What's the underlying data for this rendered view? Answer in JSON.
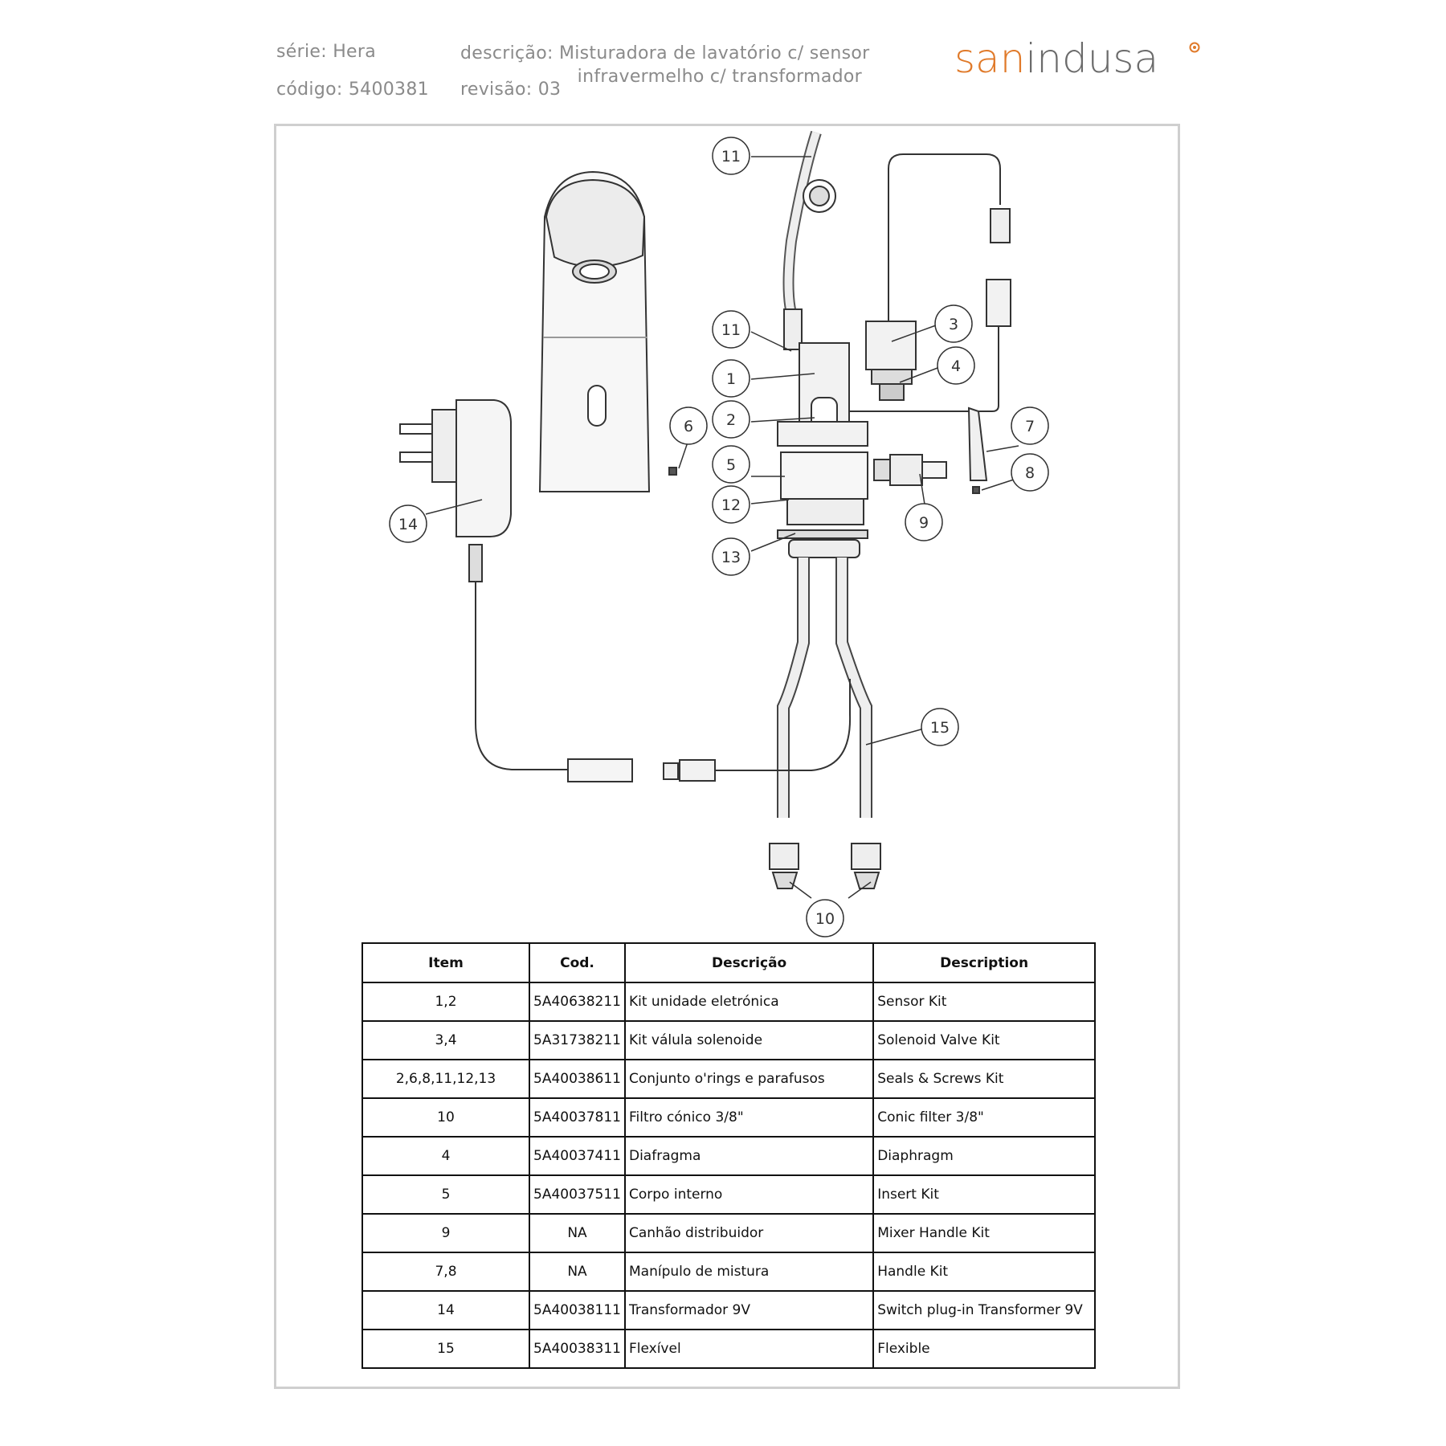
{
  "header": {
    "serie": "série: Hera",
    "codigo": "código: 5400381",
    "descricao_line1": "descrição:  Misturadora de lavatório c/ sensor",
    "descricao_line2": "infravermelho c/ transformador",
    "revisao": "revisão: 03"
  },
  "logo": {
    "part1": "san",
    "part2": "indusa",
    "brand_color": "#e07a2a",
    "text_color": "#6b6b6b"
  },
  "callouts": [
    "11",
    "11",
    "1",
    "2",
    "3",
    "4",
    "5",
    "6",
    "7",
    "8",
    "9",
    "10",
    "12",
    "13",
    "14",
    "15"
  ],
  "table": {
    "headers": [
      "Item",
      "Cod.",
      "Descrição",
      "Description"
    ],
    "rows": [
      {
        "item": "1,2",
        "cod": "5A40638211",
        "pt": "Kit unidade eletrónica",
        "en": "Sensor Kit"
      },
      {
        "item": "3,4",
        "cod": "5A31738211",
        "pt": "Kit válula solenoide",
        "en": "Solenoid Valve Kit"
      },
      {
        "item": "2,6,8,11,12,13",
        "cod": "5A40038611",
        "pt": "Conjunto o'rings e parafusos",
        "en": "Seals & Screws Kit"
      },
      {
        "item": "10",
        "cod": "5A40037811",
        "pt": "Filtro cónico 3/8\"",
        "en": "Conic filter 3/8\""
      },
      {
        "item": "4",
        "cod": "5A40037411",
        "pt": "Diafragma",
        "en": "Diaphragm"
      },
      {
        "item": "5",
        "cod": "5A40037511",
        "pt": "Corpo interno",
        "en": "Insert  Kit"
      },
      {
        "item": "9",
        "cod": "NA",
        "pt": "Canhão distribuidor",
        "en": "Mixer Handle Kit"
      },
      {
        "item": "7,8",
        "cod": "NA",
        "pt": "Manípulo de mistura",
        "en": "Handle Kit"
      },
      {
        "item": "14",
        "cod": "5A40038111",
        "pt": "Transformador 9V",
        "en": "Switch plug-in Transformer 9V"
      },
      {
        "item": "15",
        "cod": "5A40038311",
        "pt": "Flexível",
        "en": "Flexible"
      }
    ]
  }
}
